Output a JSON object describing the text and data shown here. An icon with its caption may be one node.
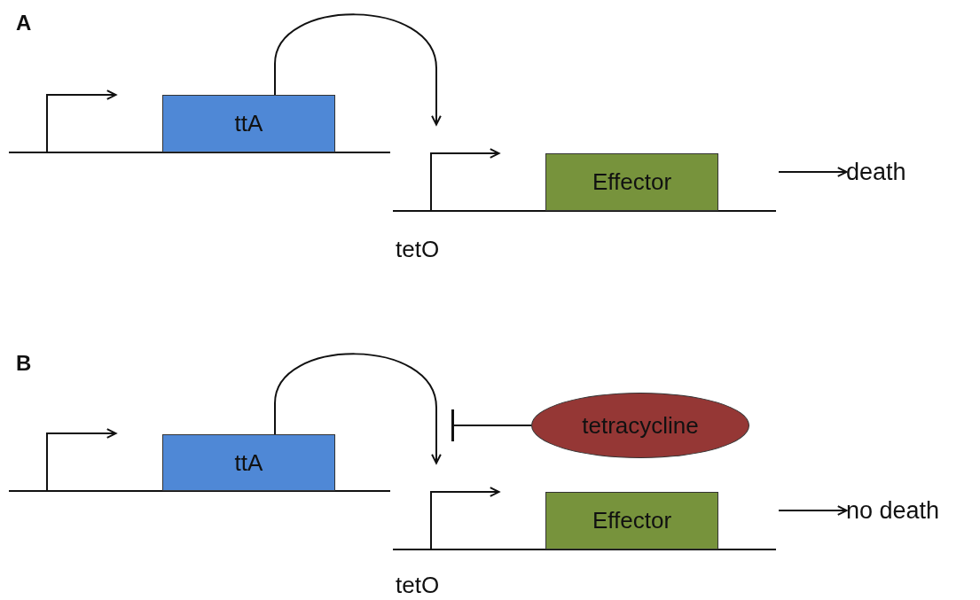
{
  "diagram": {
    "nodes": [
      {
        "text": [
          "ttA"
        ]
      },
      {
        "text": [
          "Effector"
        ]
      },
      {
        "text": [
          "death"
        ]
      },
      {
        "text": [
          "ttA"
        ]
      },
      {
        "text": [
          "Effector"
        ]
      },
      {
        "text": [
          "no death"
        ]
      },
      {
        "text": [
          "tetracycline"
        ]
      }
    ],
    "edges": [
      {
        "from": 0,
        "to": null,
        "arrow": "to"
      },
      {
        "from": null,
        "to": 2,
        "arrow": "to"
      },
      {
        "from": 3,
        "to": null,
        "arrow": "to"
      },
      {
        "from": 6,
        "to": null,
        "arrow": "other"
      },
      {
        "from": null,
        "to": 5,
        "arrow": "to"
      }
    ],
    "labels": [
      "A",
      "tetO",
      "B",
      "tetO"
    ]
  }
}
